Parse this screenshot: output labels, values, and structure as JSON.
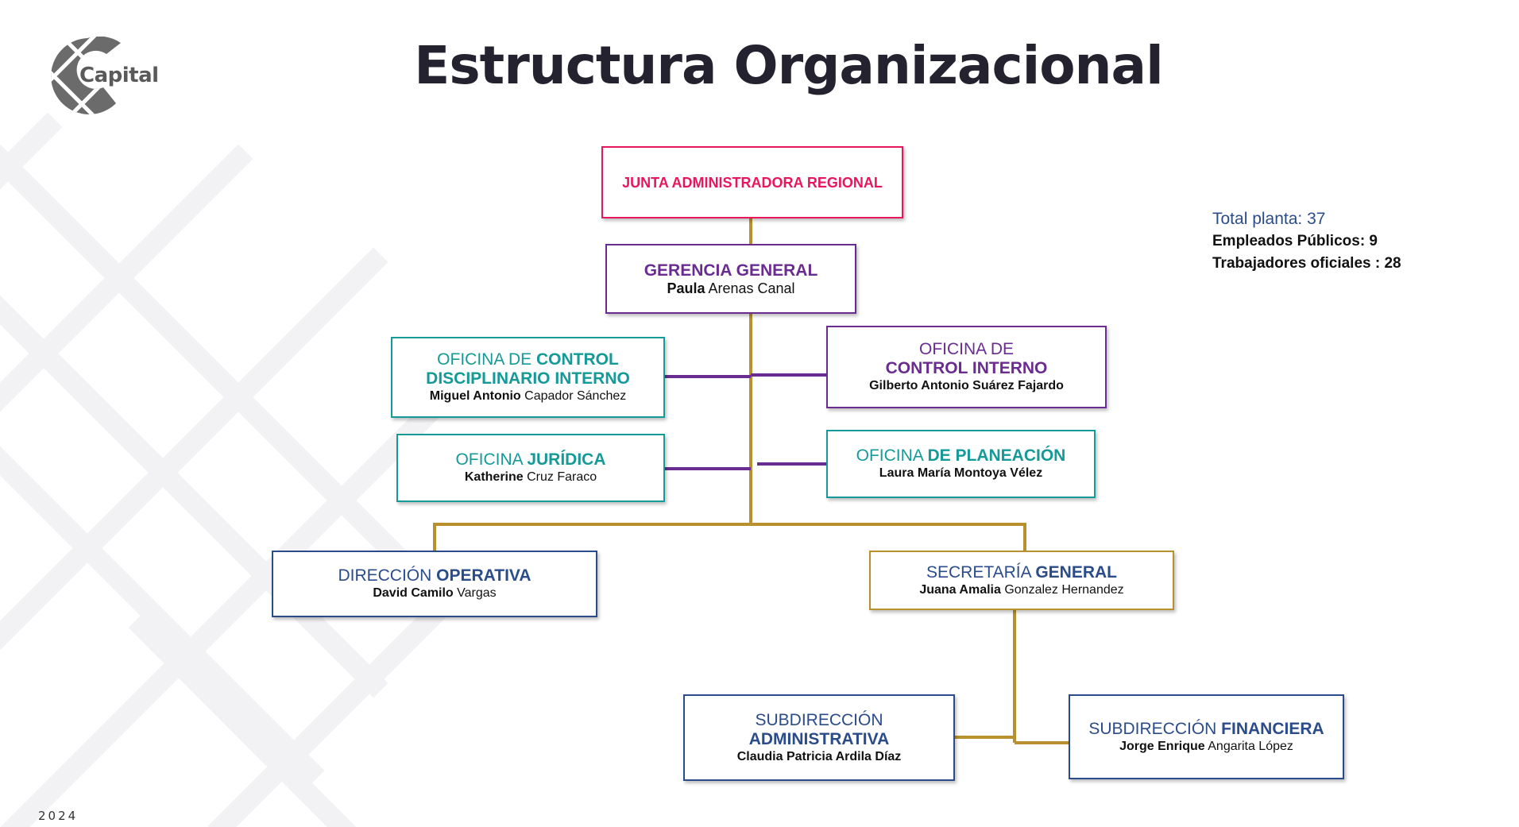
{
  "page": {
    "title": "Estructura Organizacional",
    "year": "2024",
    "logo_text": "Capital"
  },
  "stats": {
    "total": "Total planta: 37",
    "empleados": "Empleados Públicos: 9",
    "trabajadores": "Trabajadores oficiales : 28"
  },
  "colors": {
    "pink": "#e8175d",
    "purple": "#6a2c91",
    "teal": "#159a98",
    "navy": "#2b4c8a",
    "gold": "#b8902e"
  },
  "boxes": {
    "junta": {
      "title": "JUNTA ADMINISTRADORA REGIONAL"
    },
    "gerencia": {
      "title": "GERENCIA GENERAL",
      "name_bold": "Paula",
      "name_rest": " Arenas Canal"
    },
    "disciplinario": {
      "title_a": "OFICINA DE ",
      "title_b": "CONTROL",
      "title_c": "DISCIPLINARIO INTERNO",
      "name_bold": "Miguel Antonio",
      "name_rest": " Capador Sánchez"
    },
    "control_interno": {
      "title_a": "OFICINA DE",
      "title_b": "CONTROL INTERNO",
      "name_bold": "Gilberto Antonio Suárez Fajardo",
      "name_rest": ""
    },
    "juridica": {
      "title_a": "OFICINA ",
      "title_b": "JURÍDICA",
      "name_bold": "Katherine",
      "name_rest": " Cruz Faraco"
    },
    "planeacion": {
      "title_a": "OFICINA ",
      "title_b": "DE PLANEACIÓN",
      "name_bold": "Laura María Montoya Vélez",
      "name_rest": ""
    },
    "operativa": {
      "title_a": "DIRECCIÓN ",
      "title_b": "OPERATIVA",
      "name_bold": "David Camilo",
      "name_rest": " Vargas"
    },
    "secretaria": {
      "title_a": "SECRETARÍA ",
      "title_b": "GENERAL",
      "name_bold": "Juana Amalia",
      "name_rest": " Gonzalez Hernandez"
    },
    "administrativa": {
      "title_a": "SUBDIRECCIÓN",
      "title_b": "ADMINISTRATIVA",
      "name_bold": "Claudia Patricia Ardila Díaz",
      "name_rest": ""
    },
    "financiera": {
      "title_a": "SUBDIRECCIÓN ",
      "title_b": "FINANCIERA",
      "name_bold": "Jorge Enrique",
      "name_rest": " Angarita López"
    }
  }
}
